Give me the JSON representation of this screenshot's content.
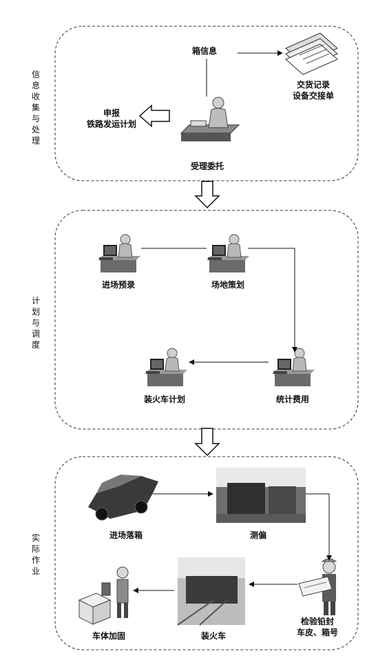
{
  "sections": {
    "info": {
      "title": "信息收集与处理"
    },
    "plan": {
      "title": "计划与调度"
    },
    "ops": {
      "title": "实际作业"
    }
  },
  "info_nodes": {
    "box_info": "箱信息",
    "docs_line1": "交货记录",
    "docs_line2": "设备交接单",
    "declare_line1": "申报",
    "declare_line2": "铁路发运计划",
    "accept": "受理委托"
  },
  "plan_nodes": {
    "pre_entry": "进场预录",
    "yard_plan": "场地策划",
    "load_plan": "装火车计划",
    "fees": "统计费用"
  },
  "ops_nodes": {
    "enter_drop": "进场落箱",
    "measure": "测偏",
    "inspect_line1": "检验铅封",
    "inspect_line2": "车皮、箱号",
    "loading": "装火车",
    "reinforce": "车体加固"
  }
}
